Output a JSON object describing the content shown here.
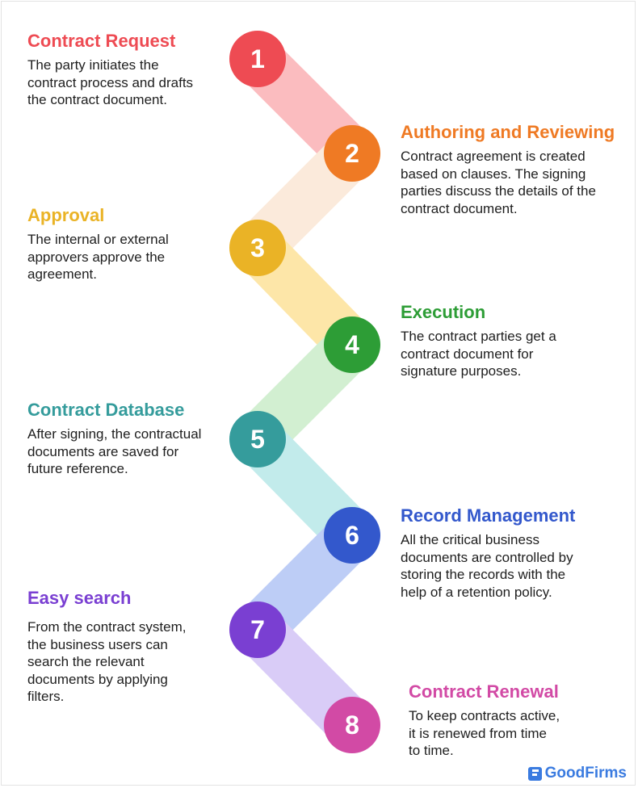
{
  "steps": [
    {
      "number": "1",
      "title": "Contract Request",
      "description": "The party initiates the\ncontract process and drafts\nthe contract document.",
      "color": "#ee4b53",
      "band": "#fbbcbf"
    },
    {
      "number": "2",
      "title": "Authoring and Reviewing",
      "description": "Contract agreement is created\nbased on clauses. The signing\nparties discuss the details of the\ncontract document.",
      "color": "#ef7a24",
      "band": "#fbeadb"
    },
    {
      "number": "3",
      "title": "Approval",
      "description": "The internal or external\napprovers approve the\nagreement.",
      "color": "#eab326",
      "band": "#fde6a8"
    },
    {
      "number": "4",
      "title": "Execution",
      "description": "The contract parties get a\ncontract document for\nsignature purposes.",
      "color": "#2d9d36",
      "band": "#d2efd1"
    },
    {
      "number": "5",
      "title": "Contract Database",
      "description": "After signing, the contractual\ndocuments are saved for\nfuture reference.",
      "color": "#359c9c",
      "band": "#c2ebeb"
    },
    {
      "number": "6",
      "title": "Record Management",
      "description": "All the critical business\ndocuments are controlled by\nstoring the records with the\nhelp of a retention policy.",
      "color": "#3358cc",
      "band": "#bdcdf6"
    },
    {
      "number": "7",
      "title": "Easy search",
      "description": "From the contract system,\nthe business users can\nsearch the relevant\ndocuments by applying\nfilters.",
      "color": "#7a3fd2",
      "band": "#d9ccf7"
    },
    {
      "number": "8",
      "title": "Contract Renewal",
      "description": "To keep contracts active,\nit is renewed from time\nto time.",
      "color": "#d24aa5",
      "band": "#f6d2e8"
    }
  ],
  "brand": {
    "name": "GoodFirms",
    "color": "#3a7be0"
  }
}
